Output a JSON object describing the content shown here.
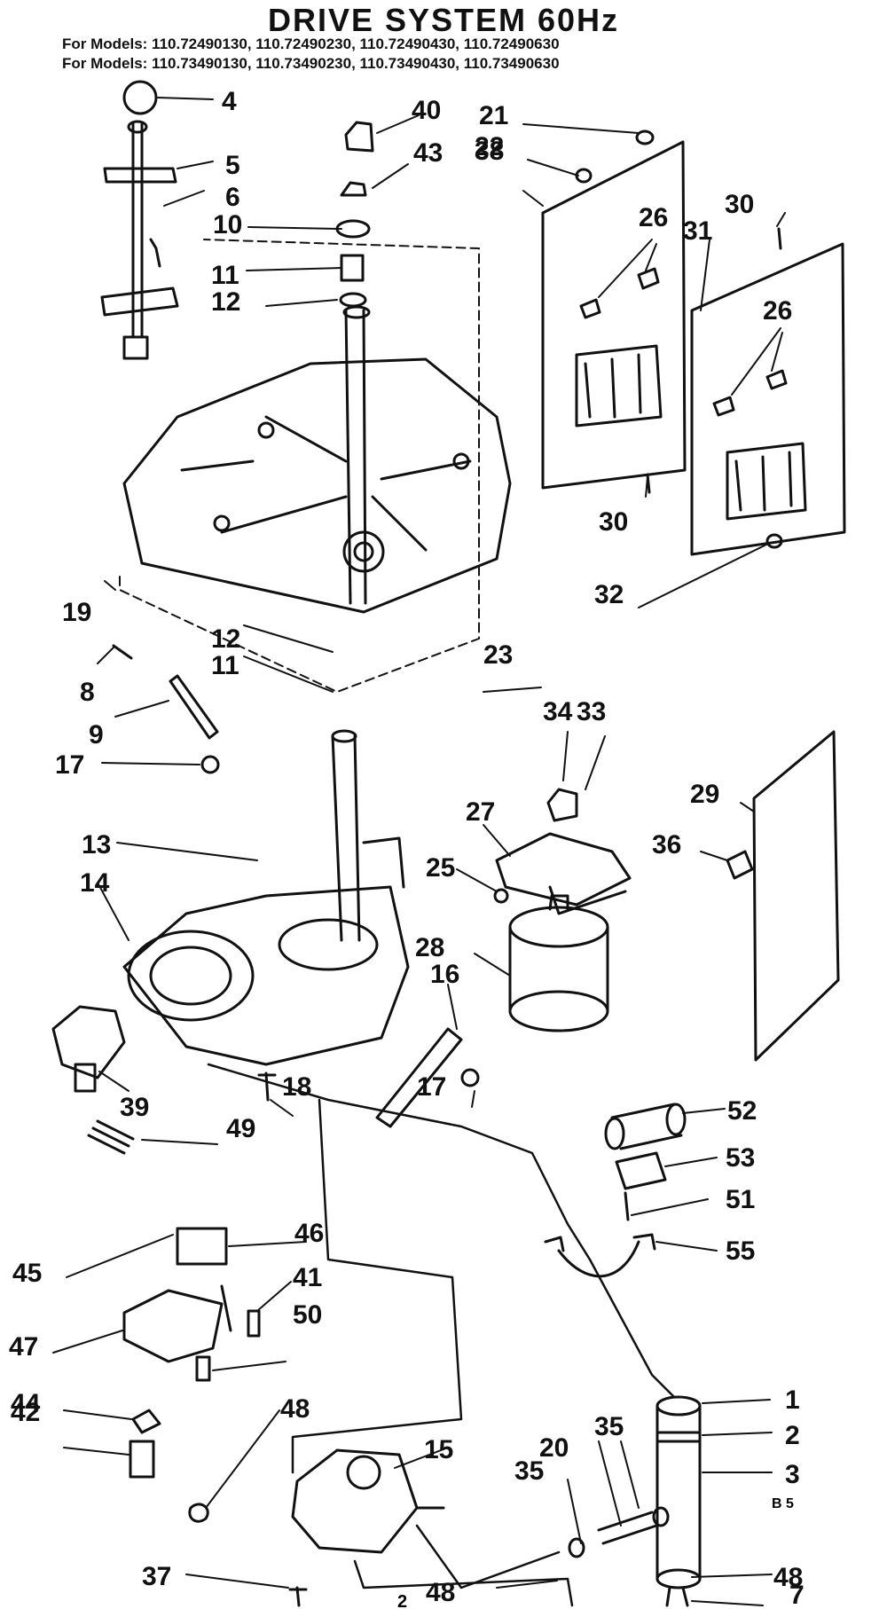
{
  "title": "DRIVE SYSTEM 60Hz",
  "models_line_1": "For Models: 110.72490130, 110.72490230, 110.72490430, 110.72490630",
  "models_line_2": "For Models: 110.73490130, 110.73490230, 110.73490430, 110.73490630",
  "callouts": [
    "1",
    "2",
    "3",
    "4",
    "5",
    "6",
    "7",
    "8",
    "9",
    "10",
    "11",
    "11",
    "12",
    "12",
    "13",
    "14",
    "15",
    "16",
    "17",
    "17",
    "18",
    "19",
    "20",
    "21",
    "22",
    "23",
    "25",
    "26",
    "26",
    "27",
    "28",
    "29",
    "30",
    "30",
    "31",
    "32",
    "33",
    "34",
    "35",
    "35",
    "36",
    "37",
    "38",
    "39",
    "40",
    "41",
    "42",
    "43",
    "44",
    "45",
    "46",
    "47",
    "48",
    "48",
    "48",
    "49",
    "50",
    "51",
    "52",
    "53",
    "55"
  ],
  "page_marks": {
    "corner": "B 5",
    "footer": "2"
  }
}
